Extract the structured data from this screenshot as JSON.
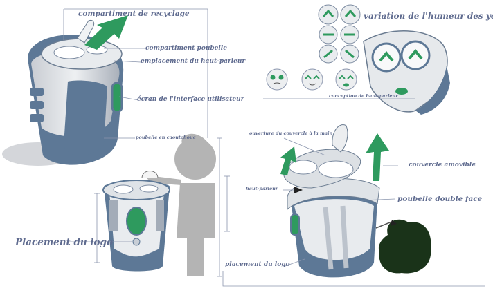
{
  "labels": {
    "recycling_compartment": "compartiment de recyclage",
    "trash_compartment": "compartiment poubelle",
    "speaker_slot": "emplacement du haut-parleur",
    "ui_screen": "écran de l'interface utilisateur",
    "rubber_bin": "poubelle en caoutchouc",
    "eye_mood": "variation de l'humeur des yeux",
    "speaker_design": "conception de haut-parleur",
    "logo_placement_left": "Placement du logo",
    "lid_hand_opening": "ouverture du couvercle à la main",
    "speaker": "haut-parleur",
    "removable_lid": "couvercle amovible",
    "double_sided_bin": "poubelle double face",
    "logo_placement_bottom": "placement du logo"
  },
  "colors": {
    "accent_green": "#2e9a5e",
    "body_blue": "#5d7896",
    "label_text": "#5f6b8f",
    "bag_green": "#1a3319",
    "silhouette_gray": "#b4b4b4"
  }
}
